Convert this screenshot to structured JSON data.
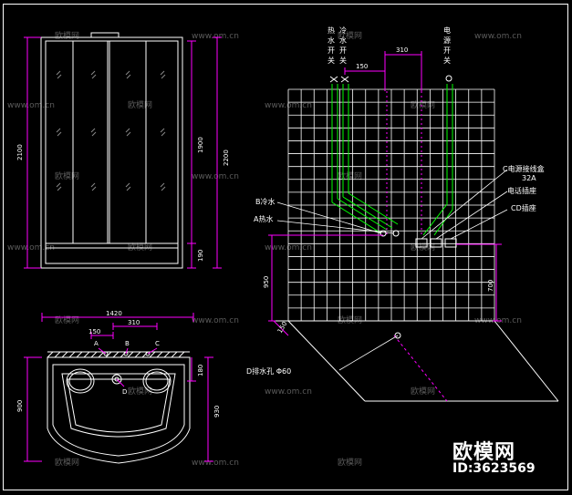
{
  "drawing": {
    "colors": {
      "background": "#000000",
      "outline": "#ffffff",
      "dimension": "#ff00ff",
      "pipe": "#00ff00",
      "grid": "#ffffff",
      "watermark": "#5a5a5a"
    },
    "front_view": {
      "dim_height_overall": "2100",
      "dim_height_panel": "1900",
      "dim_height_total": "2200",
      "dim_base": "190"
    },
    "plan_view": {
      "dim_width": "1420",
      "dim_spacing_a": "150",
      "dim_spacing_b": "310",
      "dim_depth": "900",
      "dim_depth_right": "930",
      "dim_edge": "180",
      "point_a": "A",
      "point_b": "B",
      "point_c": "C",
      "point_d": "D"
    },
    "wall_view": {
      "hot_switch": "热\n水\n开\n关",
      "cold_switch": "冷\n水\n开\n关",
      "power_switch": "电\n源\n开\n关",
      "dim_310": "310",
      "dim_150": "150",
      "dim_950": "950",
      "dim_700": "700",
      "dim_150b": "150",
      "label_c_line": "C电源接线盒",
      "label_c_amp": "32A",
      "label_phone": "电话插座",
      "label_cd": "CD插座",
      "label_b_cold": "B冷水",
      "label_a_hot": "A热水",
      "label_d_drain": "D排水孔 Φ60"
    },
    "watermark": {
      "text_cn": "欧模网",
      "text_url": "www.om.cn"
    },
    "brand": {
      "name": "欧模网",
      "id": "ID:3623569"
    }
  }
}
